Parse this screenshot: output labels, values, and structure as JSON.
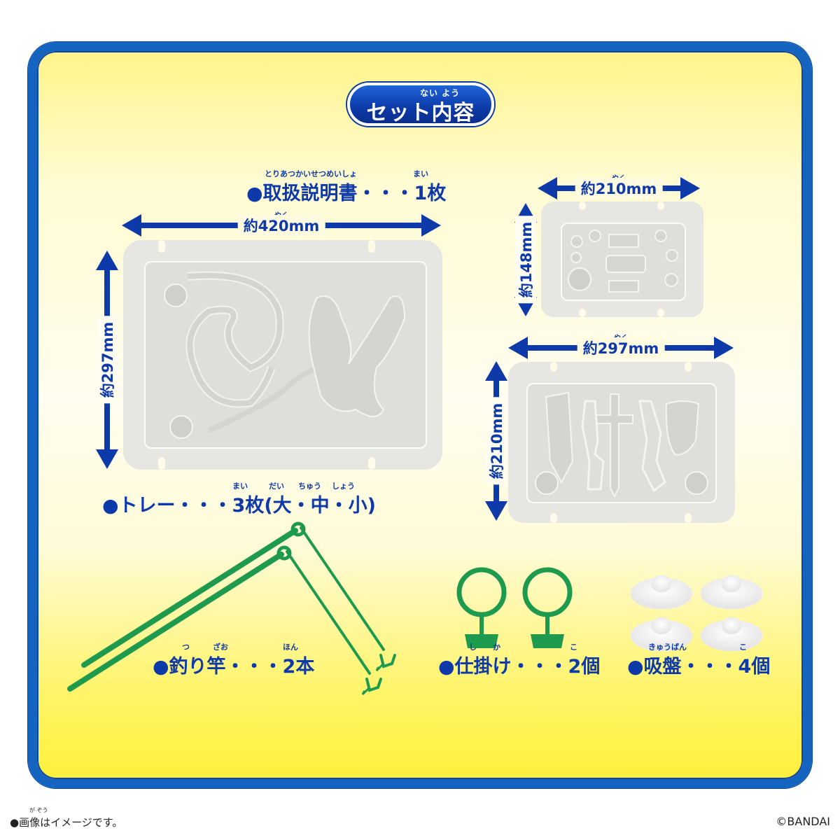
{
  "header": {
    "title": "セット内容",
    "title_ruby": "ない よう"
  },
  "items": [
    {
      "label": "●取扱説明書・・・1枚",
      "ruby_main": "とりあつかいせつめいしょ",
      "ruby_count": "まい"
    },
    {
      "label": "●トレー・・・3枚(大・中・小)",
      "ruby_count": "まい",
      "ruby_dai": "だい",
      "ruby_chuu": "ちゅう",
      "ruby_shou": "しょう"
    },
    {
      "label": "●釣り竿・・・2本",
      "ruby_tsu": "つ",
      "ruby_zao": "ざお",
      "ruby_count": "ほん"
    },
    {
      "label": "●仕掛け・・・2個",
      "ruby_shi": "し",
      "ruby_ka": "か",
      "ruby_count": "こ"
    },
    {
      "label": "●吸盤・・・4個",
      "ruby_main": "きゅうばん",
      "ruby_count": "こ"
    }
  ],
  "dimensions": {
    "large_width": "約420mm",
    "large_height": "約297mm",
    "small_width": "約210mm",
    "small_height": "約148mm",
    "medium_width": "約297mm",
    "medium_height": "約210mm",
    "ruby": "やく"
  },
  "footer": {
    "note": "●画像はイメージです。",
    "note_ruby": "が ぞう",
    "copyright": "©BANDAI"
  },
  "colors": {
    "brand_blue": "#0d3aa8",
    "frame_blue": "#1565c0",
    "rod_green": "#1e9a4e",
    "tray_gray": "#e6e6e2"
  }
}
